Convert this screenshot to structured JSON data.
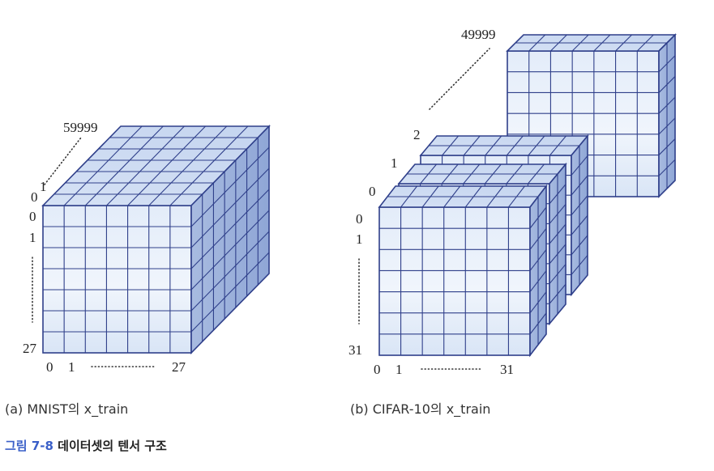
{
  "panel_a": {
    "caption": "(a) MNIST의 x_train",
    "labels": {
      "depth_first": "0",
      "depth_second": "1",
      "depth_last": "59999",
      "row_first": "0",
      "row_second": "1",
      "row_last": "27",
      "col_first": "0",
      "col_second": "1",
      "col_last": "27"
    }
  },
  "panel_b": {
    "caption": "(b) CIFAR-10의 x_train",
    "labels": {
      "batch_0": "0",
      "batch_1": "1",
      "batch_2": "2",
      "batch_last": "49999",
      "row_first": "0",
      "row_second": "1",
      "row_last": "31",
      "col_first": "0",
      "col_second": "1",
      "col_last": "31"
    }
  },
  "figure_title": {
    "number": "그림 7-8",
    "text": "데이터셋의 텐서 구조"
  },
  "colors": {
    "face_front_top": "#eaf1fb",
    "face_front_bottom": "#d7e4f6",
    "face_top": "#cfdcf2",
    "face_side": "#9fb3dc",
    "grid_line": "#2f3f8a",
    "title_accent": "#3a5fc8"
  }
}
